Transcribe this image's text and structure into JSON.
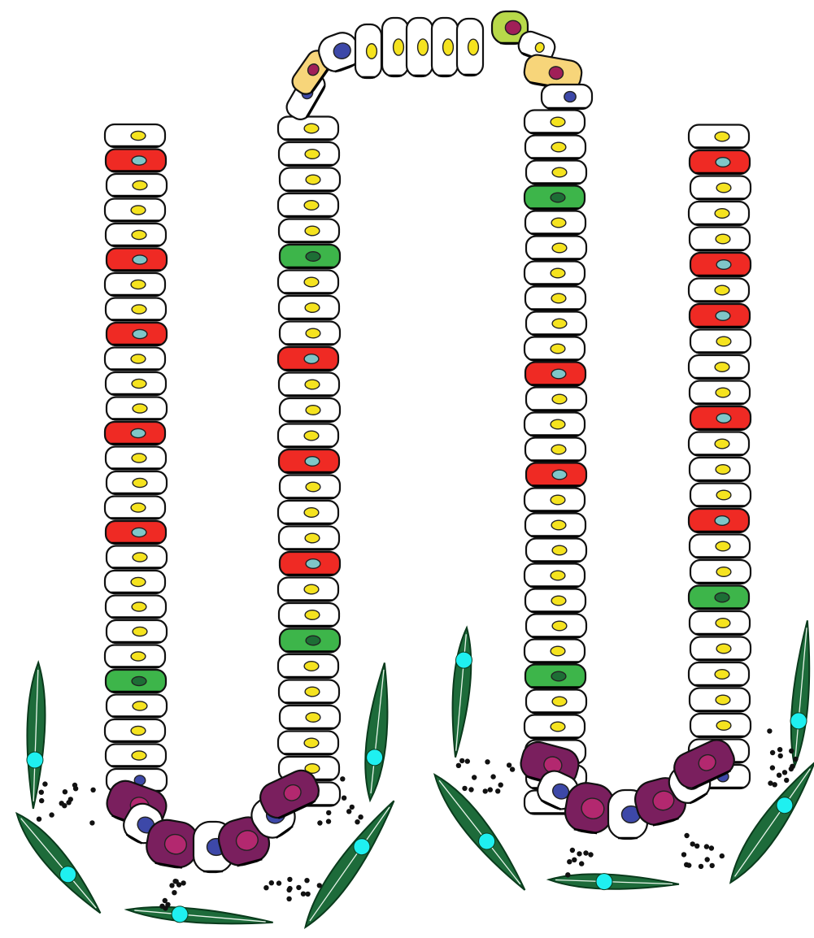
{
  "diagram": {
    "cell_types": [
      {
        "type": "enterocyte",
        "fill": "#ffffff",
        "nucleus": "#f5e31f"
      },
      {
        "type": "goblet-cell",
        "fill": "#ef2a24",
        "nucleus": "#7fc6c8"
      },
      {
        "type": "enteroendocrine-cell",
        "fill": "#3db54a",
        "nucleus": "#1d6e35"
      },
      {
        "type": "stem-cell",
        "fill": "#ffffff",
        "nucleus": "#3d48a8"
      },
      {
        "type": "paneth-cell",
        "fill": "#7a1f5e",
        "nucleus": "#b3286f"
      },
      {
        "type": "tuft-cell",
        "fill": "#b8d94a",
        "nucleus": "#a01f58"
      },
      {
        "type": "m-cell",
        "fill": "#f7d57a",
        "nucleus": "#a01f58"
      },
      {
        "type": "fibroblast",
        "fill": "#1d6b3a",
        "nucleus": "#1ff0f0"
      }
    ],
    "secreted_signal_color": "#111111"
  }
}
